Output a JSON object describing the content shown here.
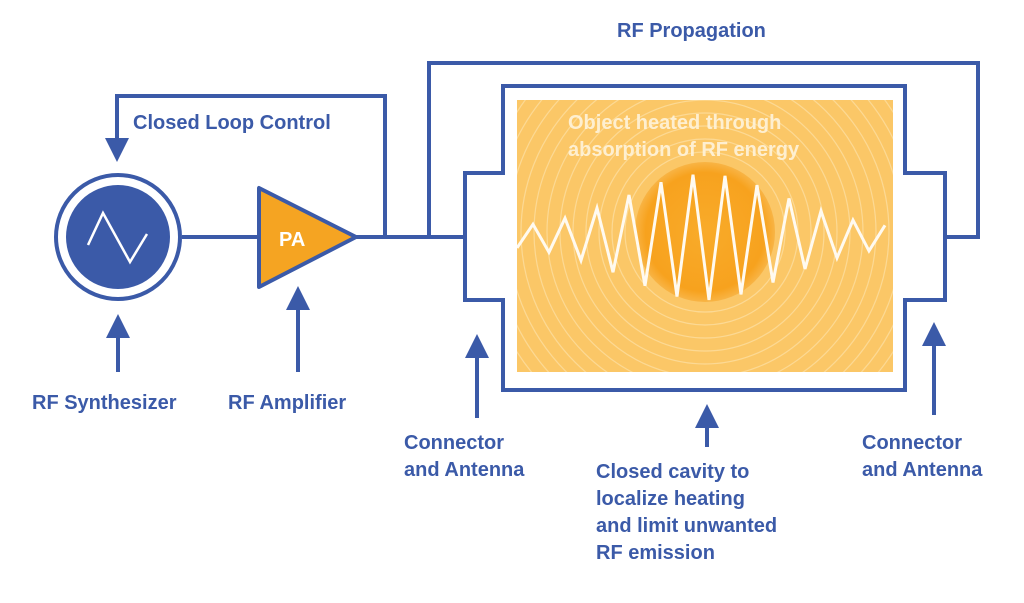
{
  "colors": {
    "blue": "#3b5aa8",
    "orange": "#f5a422",
    "cavity": "#fbc767",
    "hot": "#f7a21e",
    "wave": "#fffaf0"
  },
  "labels": {
    "rf_propagation": "RF Propagation",
    "closed_loop_control": "Closed Loop Control",
    "pa": "PA",
    "object_heated": [
      "Object heated through",
      "absorption of RF energy"
    ],
    "rf_synthesizer": "RF Synthesizer",
    "rf_amplifier": "RF Amplifier",
    "connector_left": [
      "Connector",
      "and Antenna"
    ],
    "connector_right": [
      "Connector",
      "and Antenna"
    ],
    "closed_cavity": [
      "Closed cavity to",
      "localize heating",
      "and limit unwanted",
      "RF emission"
    ]
  },
  "icons": {
    "synthesizer": "sine-wave-icon",
    "amplifier": "triangle-amplifier-icon"
  }
}
